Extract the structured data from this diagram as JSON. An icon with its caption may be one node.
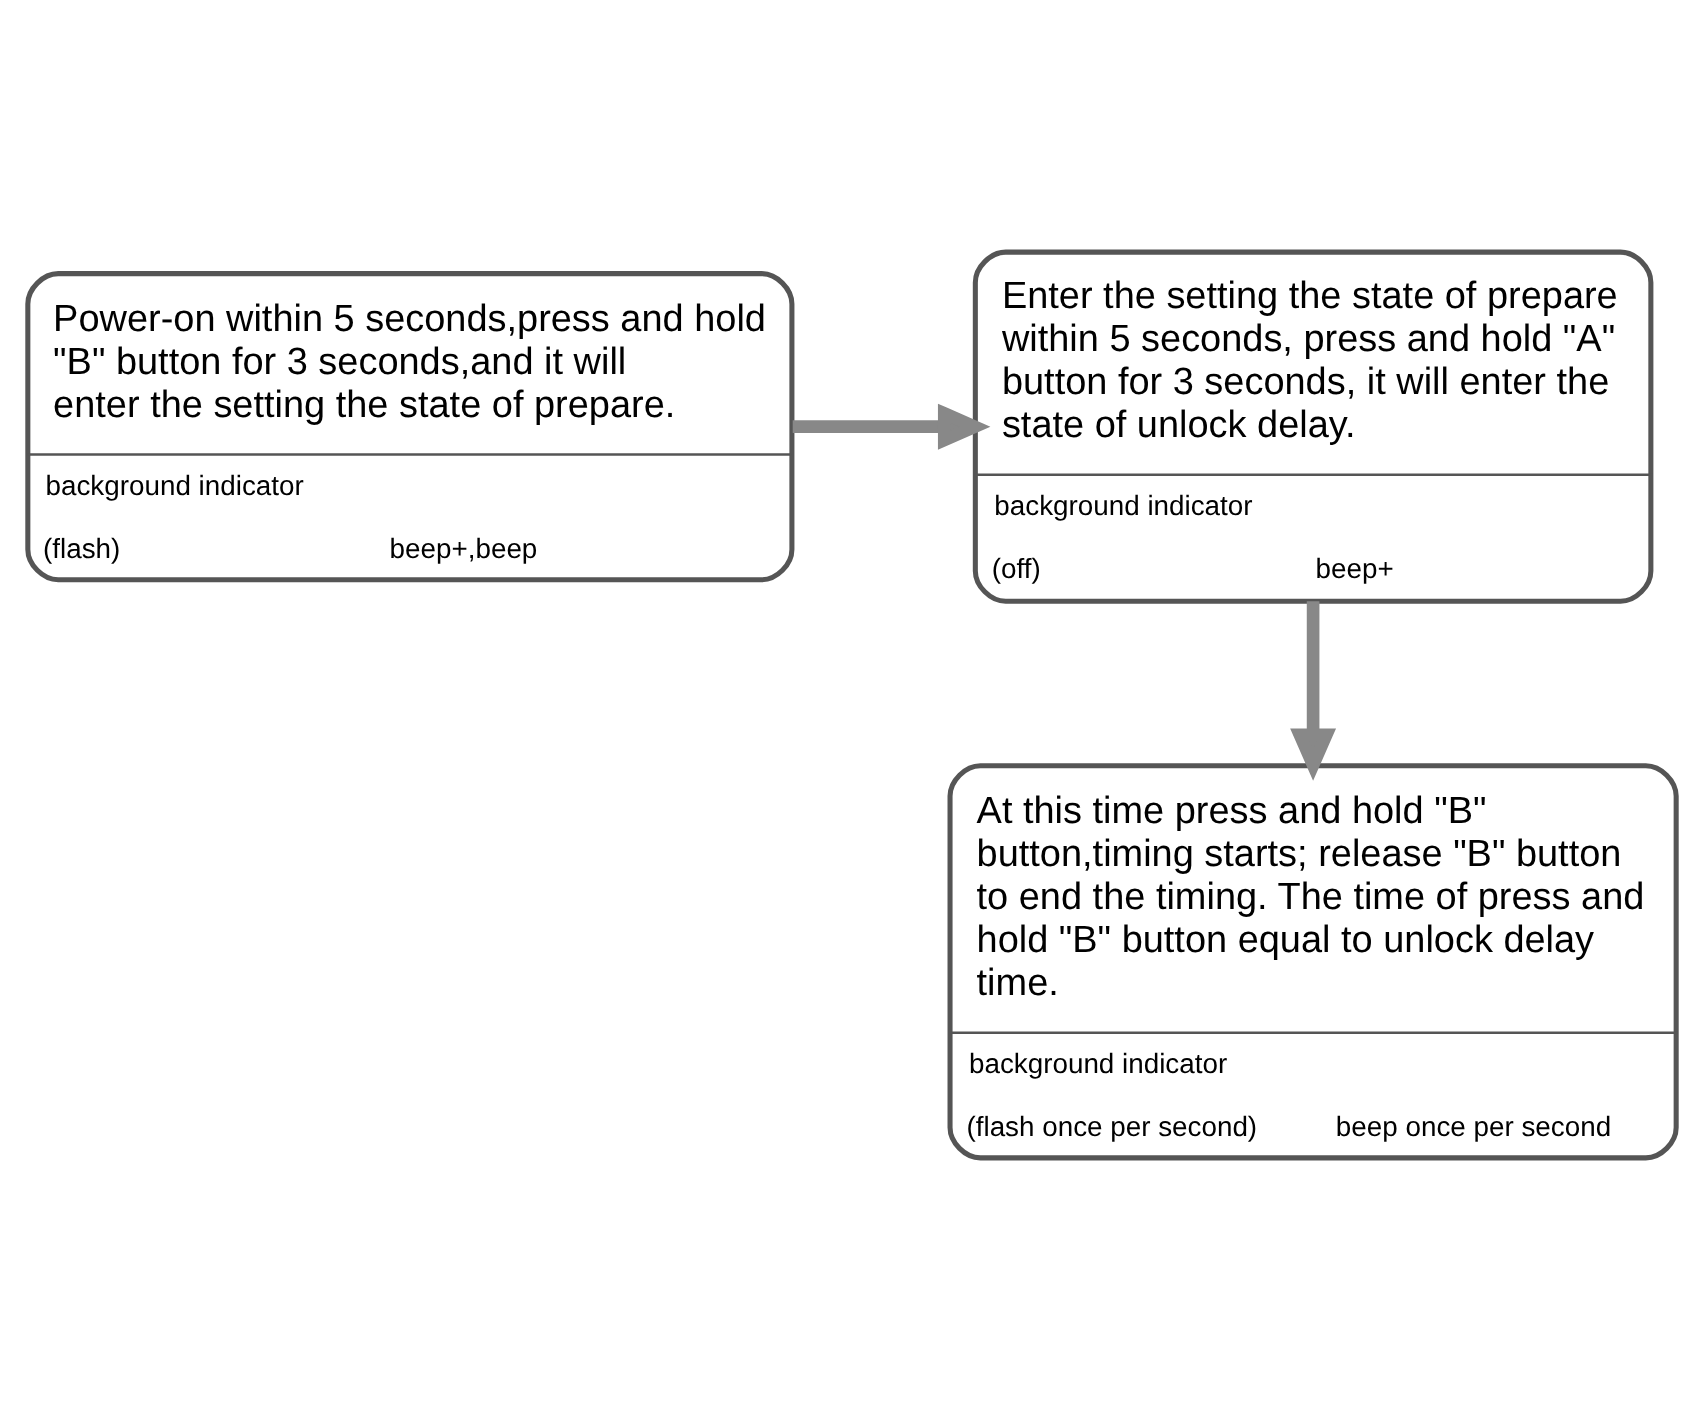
{
  "diagram": {
    "nodes": [
      {
        "text": [
          "Power-on within 5 seconds,press and hold \"B\" button for 3 seconds,and it will enter the setting the state of prepare.",
          "background indicator",
          "(flash)",
          "beep+,beep"
        ]
      },
      {
        "text": [
          "Enter the setting the state of prepare within 5 seconds, press and hold \"A\" button for 3 seconds, it will enter the state of unlock delay.",
          "background indicator",
          "(off)",
          "beep+"
        ]
      },
      {
        "text": [
          "At this time press and hold \"B\" button,timing starts; release \"B\" button to end the timing. The time of press and hold \"B\" button equal to unlock delay time.",
          "background indicator",
          "(flash once per second)",
          "beep once per second"
        ]
      }
    ],
    "edges": [
      {
        "from": 0,
        "to": 1,
        "arrow": "to"
      },
      {
        "from": 1,
        "to": 2,
        "arrow": "to"
      }
    ]
  }
}
